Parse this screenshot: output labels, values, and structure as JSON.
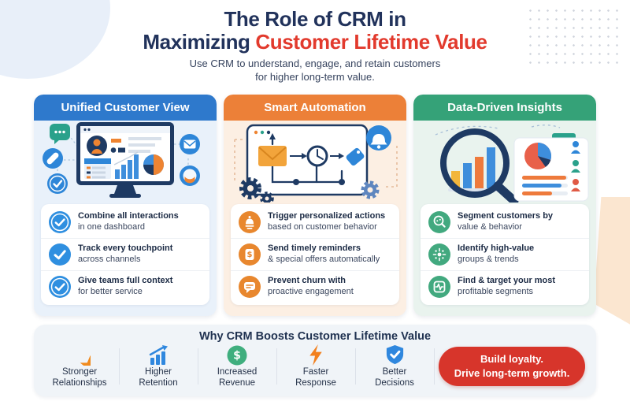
{
  "header": {
    "title_line1": "The Role of CRM in",
    "title_line2_dark": "Maximizing",
    "title_line2_accent": "Customer Lifetime Value",
    "subtitle_line1": "Use CRM to understand, engage, and retain customers",
    "subtitle_line2": "for higher long-term value."
  },
  "columns": [
    {
      "header": "Unified Customer View",
      "accent": "#2E79CC",
      "items": [
        {
          "icon": "check-circle-icon",
          "bold": "Combine all interactions",
          "rest": "in one dashboard"
        },
        {
          "icon": "check-circle-icon",
          "bold": "Track every touchpoint",
          "rest": "across channels"
        },
        {
          "icon": "check-circle-icon",
          "bold": "Give teams full context",
          "rest": "for better service"
        }
      ]
    },
    {
      "header": "Smart Automation",
      "accent": "#EC8038",
      "items": [
        {
          "icon": "bell-icon",
          "bold": "Trigger personalized actions",
          "rest": "based on customer behavior"
        },
        {
          "icon": "dollar-tag-icon",
          "bold": "Send timely reminders",
          "rest": "& special offers automatically"
        },
        {
          "icon": "chat-lines-icon",
          "bold": "Prevent churn with",
          "rest": "proactive engagement"
        }
      ]
    },
    {
      "header": "Data-Driven Insights",
      "accent": "#35A278",
      "items": [
        {
          "icon": "segment-search-icon",
          "bold": "Segment customers by",
          "rest": "value & behavior"
        },
        {
          "icon": "trends-sparkle-icon",
          "bold": "Identify high-value",
          "rest": "groups & trends"
        },
        {
          "icon": "target-pulse-icon",
          "bold": "Find & target your most",
          "rest": "profitable segments"
        }
      ]
    }
  ],
  "footer": {
    "title": "Why CRM Boosts Customer Lifetime Value",
    "benefits": [
      {
        "icon": "star-icon",
        "line1": "Stronger",
        "line2": "Relationships"
      },
      {
        "icon": "growth-chart-icon",
        "line1": "Higher",
        "line2": "Retention"
      },
      {
        "icon": "dollar-circle-icon",
        "line1": "Increased",
        "line2": "Revenue"
      },
      {
        "icon": "lightning-icon",
        "line1": "Faster",
        "line2": "Response"
      },
      {
        "icon": "shield-check-icon",
        "line1": "Better",
        "line2": "Decisions"
      }
    ],
    "cta": {
      "line1": "Build loyalty.",
      "line2": "Drive long-term growth."
    }
  },
  "colors": {
    "navy": "#1E3A63",
    "red": "#E23A2D",
    "blue": "#2E79CC",
    "orange": "#EC8038",
    "green": "#35A278"
  }
}
